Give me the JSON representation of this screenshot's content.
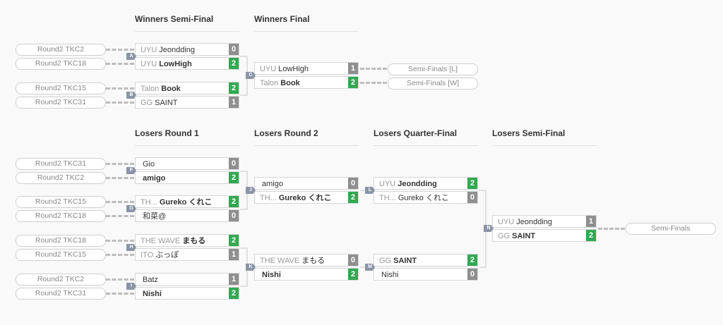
{
  "rounds": {
    "winners_semi": "Winners Semi-Final",
    "winners_final": "Winners Final",
    "losers_r1": "Losers Round 1",
    "losers_r2": "Losers Round 2",
    "losers_qf": "Losers Quarter-Final",
    "losers_sf": "Losers Semi-Final"
  },
  "seeds": {
    "a1": "Round2 TKC2",
    "a2": "Round2 TKC18",
    "b1": "Round2 TKC15",
    "b2": "Round2 TKC31",
    "f1": "Round2 TKC31",
    "f2": "Round2 TKC2",
    "g1": "Round2 TKC15",
    "g2": "Round2 TKC18",
    "h1": "Round2 TKC18",
    "h2": "Round2 TKC15",
    "i1": "Round2 TKC2",
    "i2": "Round2 TKC31",
    "c1": "Semi-Finals [L]",
    "c2": "Semi-Finals [W]",
    "n1": "Semi-Finals"
  },
  "matches": {
    "A": {
      "label": "A",
      "p1": {
        "team": "UYU",
        "name": "Jeondding",
        "score": "0"
      },
      "p2": {
        "team": "UYU",
        "name": "LowHigh",
        "score": "2"
      }
    },
    "B": {
      "label": "B",
      "p1": {
        "team": "Talon",
        "name": "Book",
        "score": "2"
      },
      "p2": {
        "team": "GG",
        "name": "SAINT",
        "score": "1"
      }
    },
    "C": {
      "label": "C",
      "p1": {
        "team": "UYU",
        "name": "LowHigh",
        "score": "1"
      },
      "p2": {
        "team": "Talon",
        "name": "Book",
        "score": "2"
      }
    },
    "F": {
      "label": "F",
      "p1": {
        "team": "",
        "name": "Gio",
        "score": "0"
      },
      "p2": {
        "team": "",
        "name": "amigo",
        "score": "2"
      }
    },
    "G": {
      "label": "G",
      "p1": {
        "team": "TH...",
        "name": "Gureko くれこ",
        "score": "2"
      },
      "p2": {
        "team": "",
        "name": "和菜@",
        "score": "0"
      }
    },
    "H": {
      "label": "H",
      "p1": {
        "team": "THE WAVE",
        "name": "まもる",
        "score": "2"
      },
      "p2": {
        "team": "ITO",
        "name": "ぶっぽ",
        "score": "1"
      }
    },
    "I": {
      "label": "I",
      "p1": {
        "team": "",
        "name": "Batz",
        "score": "1"
      },
      "p2": {
        "team": "",
        "name": "Nishi",
        "score": "2"
      }
    },
    "J": {
      "label": "J",
      "p1": {
        "team": "",
        "name": "amigo",
        "score": "0"
      },
      "p2": {
        "team": "TH...",
        "name": "Gureko くれこ",
        "score": "2"
      }
    },
    "K": {
      "label": "K",
      "p1": {
        "team": "THE WAVE",
        "name": "まもる",
        "score": "0"
      },
      "p2": {
        "team": "",
        "name": "Nishi",
        "score": "2"
      }
    },
    "L": {
      "label": "L",
      "p1": {
        "team": "UYU",
        "name": "Jeondding",
        "score": "2"
      },
      "p2": {
        "team": "TH...",
        "name": "Gureko くれこ",
        "score": "0"
      }
    },
    "M": {
      "label": "M",
      "p1": {
        "team": "GG",
        "name": "SAINT",
        "score": "2"
      },
      "p2": {
        "team": "",
        "name": "Nishi",
        "score": "0"
      }
    },
    "N": {
      "label": "N",
      "p1": {
        "team": "UYU",
        "name": "Jeondding",
        "score": "1"
      },
      "p2": {
        "team": "GG",
        "name": "SAINT",
        "score": "2"
      }
    }
  },
  "colors": {
    "win": "#32a852",
    "loss": "#8f8f8f",
    "badge": "#8a94a6"
  }
}
